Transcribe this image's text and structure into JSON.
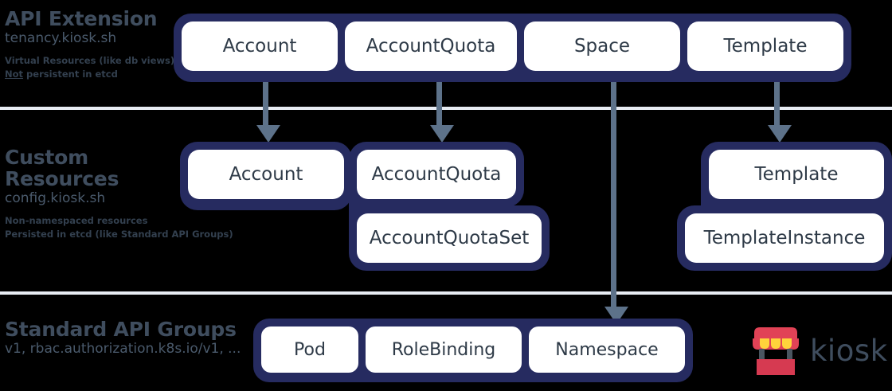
{
  "diagram": {
    "bands": [
      {
        "id": "api-extension",
        "title": "API Extension",
        "group": "tenancy.kiosk.sh",
        "note_line_1": "Virtual Resources (like db views)",
        "note_line_2_underlined": "Not",
        "note_line_2_rest": " persistent in etcd"
      },
      {
        "id": "custom-resources",
        "title_line_1": "Custom",
        "title_line_2": "Resources",
        "group": "config.kiosk.sh",
        "note_line_1": "Non-namespaced resources",
        "note_line_2": "Persisted in etcd (like Standard API Groups)"
      },
      {
        "id": "standard-api-groups",
        "title": "Standard API Groups",
        "group": "v1, rbac.authorization.k8s.io/v1, ..."
      }
    ],
    "api_extension_nodes": [
      {
        "label": "Account"
      },
      {
        "label": "AccountQuota"
      },
      {
        "label": "Space"
      },
      {
        "label": "Template"
      }
    ],
    "custom_resource_nodes": {
      "account": {
        "label": "Account"
      },
      "quota_top": {
        "label": "AccountQuota"
      },
      "quota_bottom": {
        "label": "AccountQuotaSet"
      },
      "template_top": {
        "label": "Template"
      },
      "template_bottom": {
        "label": "TemplateInstance"
      }
    },
    "standard_api_nodes": [
      {
        "label": "Pod"
      },
      {
        "label": "RoleBinding"
      },
      {
        "label": "Namespace"
      }
    ],
    "brand": {
      "name": "kiosk"
    },
    "colors": {
      "background": "#000000",
      "capsule_navy": "#262b60",
      "node_white": "#ffffff",
      "node_text": "#2e3a47",
      "band_label": "#3f4d5e",
      "divider": "#e8ecf3",
      "arrow": "#5d728a",
      "logo_red": "#e14256",
      "logo_yellow": "#ffd43b",
      "logo_post": "#4a5560"
    }
  }
}
